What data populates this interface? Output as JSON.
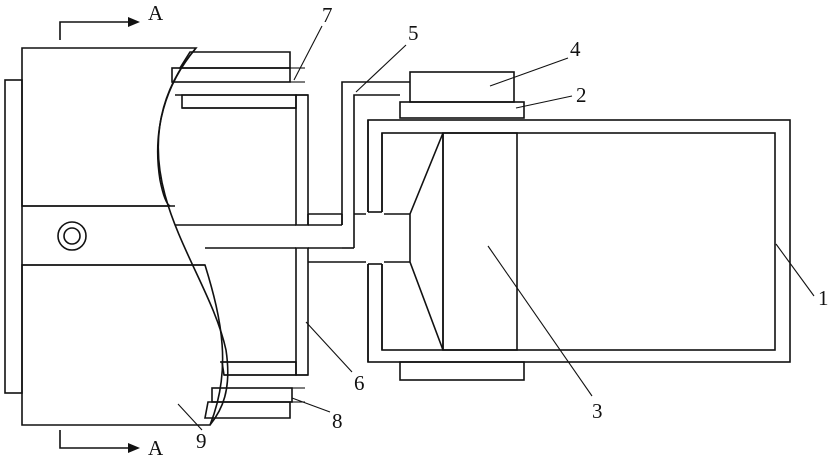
{
  "section_marker": {
    "top_label": "A",
    "bottom_label": "A"
  },
  "callouts": [
    {
      "id": "1",
      "text": "1"
    },
    {
      "id": "2",
      "text": "2"
    },
    {
      "id": "3",
      "text": "3"
    },
    {
      "id": "4",
      "text": "4"
    },
    {
      "id": "5",
      "text": "5"
    },
    {
      "id": "6",
      "text": "6"
    },
    {
      "id": "7",
      "text": "7"
    },
    {
      "id": "8",
      "text": "8"
    },
    {
      "id": "9",
      "text": "9"
    }
  ],
  "colors": {
    "stroke": "#111111",
    "hatch": "#111111",
    "background": "#ffffff"
  }
}
